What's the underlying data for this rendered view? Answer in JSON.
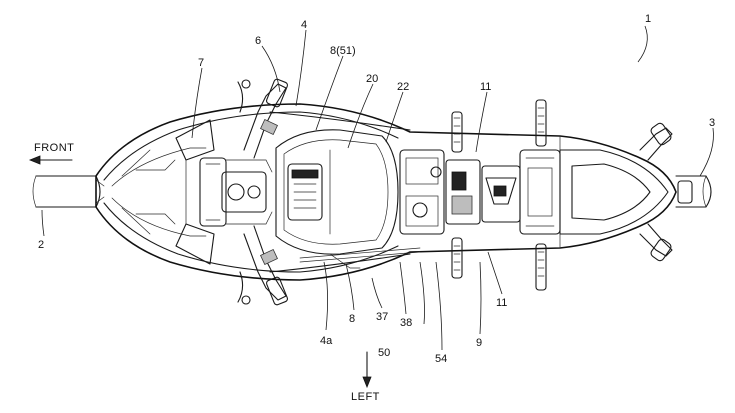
{
  "directions": {
    "front": "FRONT",
    "left": "LEFT"
  },
  "reference_numerals": {
    "n1": "1",
    "n2": "2",
    "n3": "3",
    "n4": "4",
    "n4a": "4a",
    "n6": "6",
    "n7": "7",
    "n8_51": "8(51)",
    "n8": "8",
    "n9": "9",
    "n11_top": "11",
    "n11_bottom": "11",
    "n20": "20",
    "n22": "22",
    "n37": "37",
    "n38": "38",
    "n50": "50",
    "n54": "54"
  }
}
